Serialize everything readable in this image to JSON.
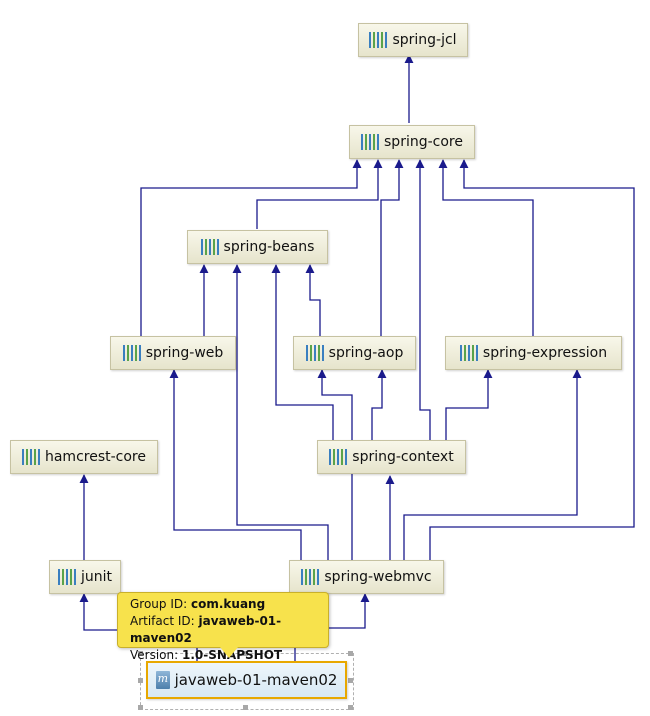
{
  "nodes": {
    "spring_jcl": "spring-jcl",
    "spring_core": "spring-core",
    "spring_beans": "spring-beans",
    "spring_web": "spring-web",
    "spring_aop": "spring-aop",
    "spring_expression": "spring-expression",
    "hamcrest_core": "hamcrest-core",
    "spring_context": "spring-context",
    "junit": "junit",
    "spring_webmvc": "spring-webmvc",
    "root": "javaweb-01-maven02"
  },
  "tooltip": {
    "group_label": "Group ID:",
    "group_value": "com.kuang",
    "artifact_label": "Artifact ID:",
    "artifact_value": "javaweb-01-maven02",
    "version_label": "Version:",
    "version_value": "1.0-SNAPSHOT"
  },
  "colors": {
    "edge": "#1a1a8c",
    "node_fill": "#eeecd8",
    "selected_border": "#e8a800",
    "tooltip": "#f7e24c"
  },
  "icons": {
    "library": "library-bars-icon",
    "project": "maven-module-icon"
  }
}
